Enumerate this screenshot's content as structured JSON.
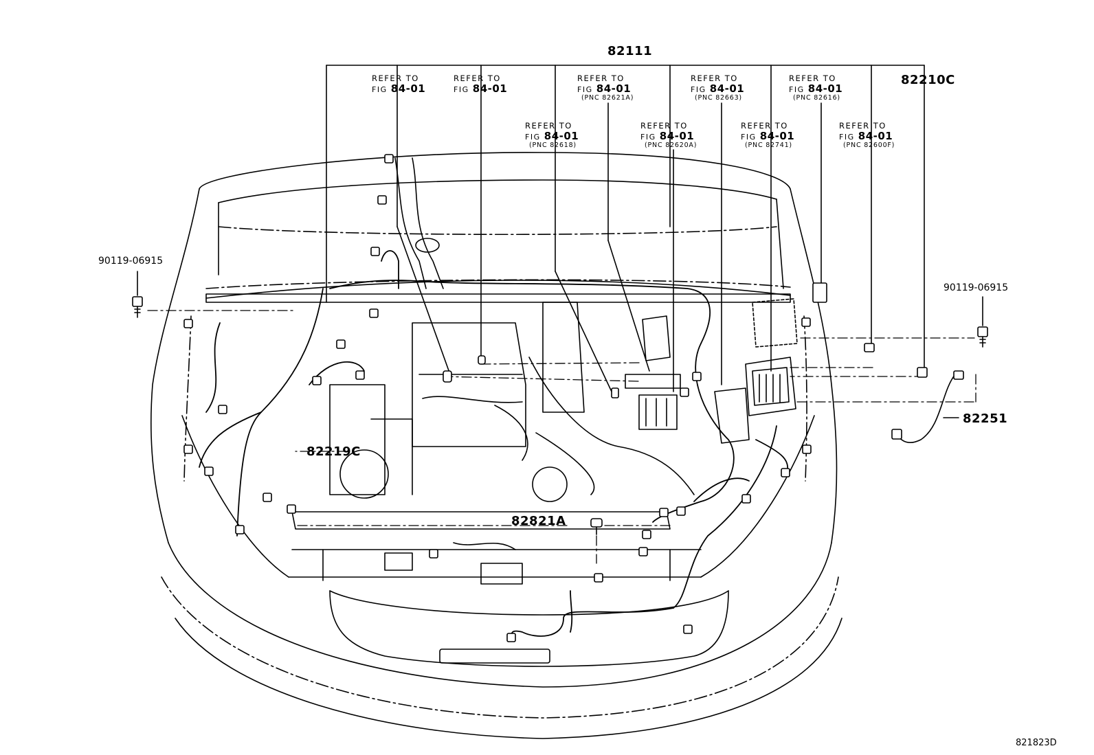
{
  "diagram": {
    "title_part": "82111",
    "top_right_part": "82210C",
    "drawing_code": "821823D",
    "callouts": {
      "part_82251": "82251",
      "part_82219C": "82219C",
      "part_82821A": "82821A",
      "bolt_left": "90119-06915",
      "bolt_right": "90119-06915"
    },
    "refer_text": "REFER TO",
    "fig_text": "FIG",
    "fig_number": "84-01",
    "refs": [
      {
        "pnc": ""
      },
      {
        "pnc": ""
      },
      {
        "pnc": "(PNC 82621A)"
      },
      {
        "pnc": "(PNC 82663)"
      },
      {
        "pnc": "(PNC 82616)"
      },
      {
        "pnc": "(PNC 82618)"
      },
      {
        "pnc": "(PNC 82620A)"
      },
      {
        "pnc": "(PNC 82741)"
      },
      {
        "pnc": "(PNC 82600F)"
      }
    ]
  }
}
